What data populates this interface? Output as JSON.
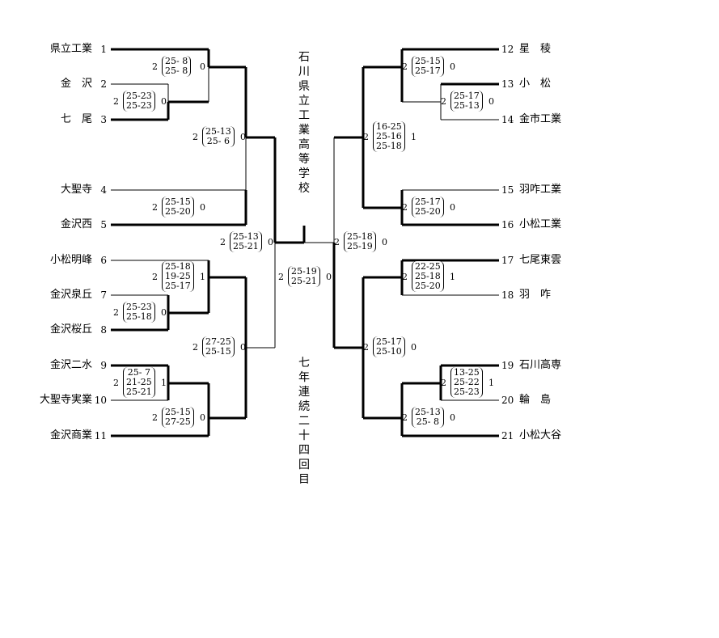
{
  "title_vertical": "石川県立工業高等学校",
  "subtitle_vertical": "七年連続二十四回目",
  "left_teams": [
    {
      "no": "1",
      "name": "県立工業"
    },
    {
      "no": "2",
      "name": "金　沢"
    },
    {
      "no": "3",
      "name": "七　尾"
    },
    {
      "no": "4",
      "name": "大聖寺"
    },
    {
      "no": "5",
      "name": "金沢西"
    },
    {
      "no": "6",
      "name": "小松明峰"
    },
    {
      "no": "7",
      "name": "金沢泉丘"
    },
    {
      "no": "8",
      "name": "金沢桜丘"
    },
    {
      "no": "9",
      "name": "金沢二水"
    },
    {
      "no": "10",
      "name": "大聖寺実業"
    },
    {
      "no": "11",
      "name": "金沢商業"
    }
  ],
  "right_teams": [
    {
      "no": "12",
      "name": "星　稜"
    },
    {
      "no": "13",
      "name": "小　松"
    },
    {
      "no": "14",
      "name": "金市工業"
    },
    {
      "no": "15",
      "name": "羽咋工業"
    },
    {
      "no": "16",
      "name": "小松工業"
    },
    {
      "no": "17",
      "name": "七尾東雲"
    },
    {
      "no": "18",
      "name": "羽　咋"
    },
    {
      "no": "19",
      "name": "石川高専"
    },
    {
      "no": "20",
      "name": "輪　島"
    },
    {
      "no": "21",
      "name": "小松大谷"
    }
  ],
  "matches": [
    {
      "id": "m1",
      "w": "2",
      "sets": [
        "25- 8",
        "25- 8"
      ],
      "l": "0"
    },
    {
      "id": "m2",
      "w": "2",
      "sets": [
        "25-23",
        "25-23"
      ],
      "l": "0"
    },
    {
      "id": "m3",
      "w": "2",
      "sets": [
        "25-13",
        "25- 6"
      ],
      "l": "0"
    },
    {
      "id": "m4",
      "w": "2",
      "sets": [
        "25-15",
        "25-20"
      ],
      "l": "0"
    },
    {
      "id": "m5",
      "w": "2",
      "sets": [
        "25-13",
        "25-21"
      ],
      "l": "0"
    },
    {
      "id": "m6",
      "w": "2",
      "sets": [
        "25-18",
        "19-25",
        "25-17"
      ],
      "l": "1"
    },
    {
      "id": "m7",
      "w": "2",
      "sets": [
        "25-23",
        "25-18"
      ],
      "l": "0"
    },
    {
      "id": "m8",
      "w": "2",
      "sets": [
        "27-25",
        "25-15"
      ],
      "l": "0"
    },
    {
      "id": "m9",
      "w": "2",
      "sets": [
        "25- 7",
        "21-25",
        "25-21"
      ],
      "l": "1"
    },
    {
      "id": "m10",
      "w": "2",
      "sets": [
        "25-15",
        "27-25"
      ],
      "l": "0"
    },
    {
      "id": "m11",
      "w": "2",
      "sets": [
        "25-19",
        "25-21"
      ],
      "l": "0"
    },
    {
      "id": "m12",
      "w": "2",
      "sets": [
        "25-15",
        "25-17"
      ],
      "l": "0"
    },
    {
      "id": "m13",
      "w": "2",
      "sets": [
        "25-17",
        "25-13"
      ],
      "l": "0"
    },
    {
      "id": "m14",
      "w": "2",
      "sets": [
        "16-25",
        "25-16",
        "25-18"
      ],
      "l": "1"
    },
    {
      "id": "m15",
      "w": "2",
      "sets": [
        "25-17",
        "25-20"
      ],
      "l": "0"
    },
    {
      "id": "m16",
      "w": "2",
      "sets": [
        "25-18",
        "25-19"
      ],
      "l": "0"
    },
    {
      "id": "m17",
      "w": "2",
      "sets": [
        "22-25",
        "25-18",
        "25-20"
      ],
      "l": "1"
    },
    {
      "id": "m18",
      "w": "2",
      "sets": [
        "25-17",
        "25-10"
      ],
      "l": "0"
    },
    {
      "id": "m19",
      "w": "2",
      "sets": [
        "13-25",
        "25-22",
        "25-23"
      ],
      "l": "1"
    },
    {
      "id": "m20",
      "w": "2",
      "sets": [
        "25-13",
        "25- 8"
      ],
      "l": "0"
    }
  ]
}
